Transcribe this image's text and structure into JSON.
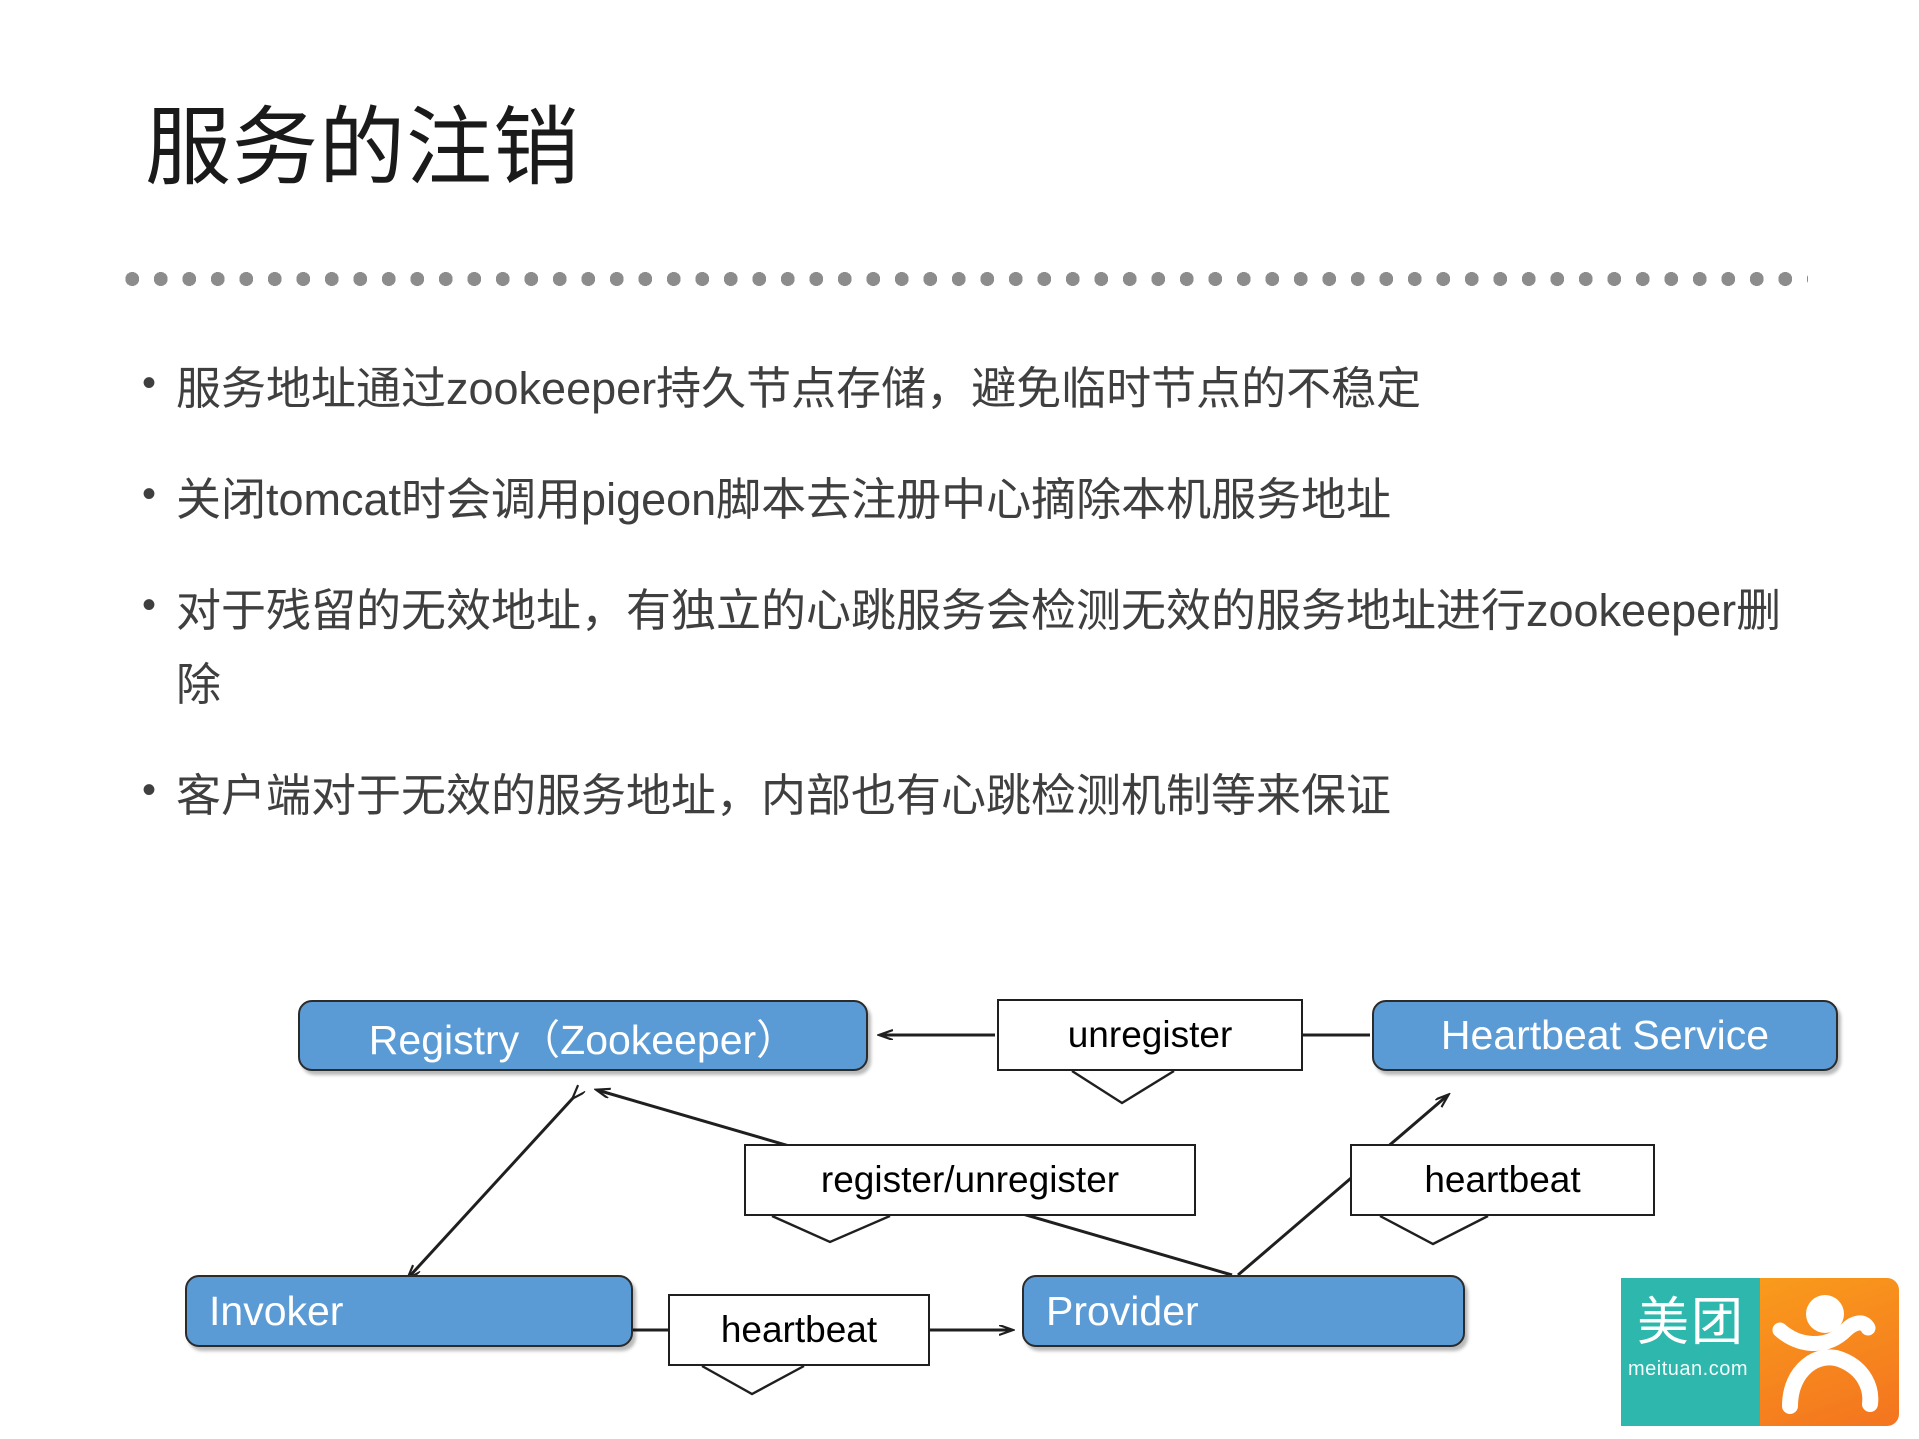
{
  "slide": {
    "title": "服务的注销",
    "bullet_marker": "•",
    "bullets": [
      "服务地址通过zookeeper持久节点存储，避免临时节点的不稳定",
      "关闭tomcat时会调用pigeon脚本去注册中心摘除本机服务地址",
      "对于残留的无效地址，有独立的心跳服务会检测无效的服务地址进行zookeeper删除",
      "客户端对于无效的服务地址，内部也有心跳检测机制等来保证"
    ]
  },
  "diagram": {
    "nodes": {
      "registry": "Registry（Zookeeper）",
      "heartbeat_service": "Heartbeat Service",
      "invoker": "Invoker",
      "provider": "Provider"
    },
    "edge_labels": {
      "unregister": "unregister",
      "register_unregister": "register/unregister",
      "heartbeat_provider": "heartbeat",
      "heartbeat_invoker": "heartbeat"
    }
  },
  "logo": {
    "brand_cn": "美团",
    "brand_domain": "meituan.com"
  },
  "colors": {
    "node_fill": "#5B9BD5",
    "node_border": "#2B2B2B",
    "text_body": "#3F3F3F",
    "divider_dot": "#8C8C8C",
    "logo_teal": "#2EB7AD",
    "logo_orange": "#F4741F"
  }
}
